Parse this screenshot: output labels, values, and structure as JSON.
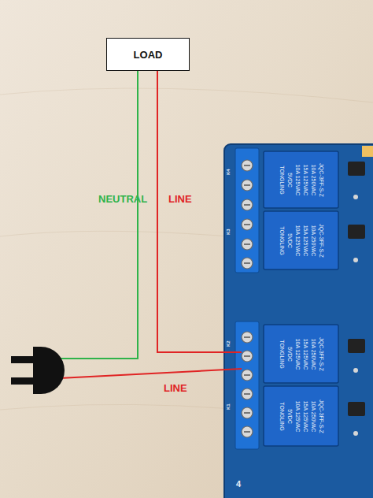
{
  "diagram": {
    "nodes": [
      {
        "text": [
          "LOAD"
        ]
      }
    ],
    "labels": [
      "NEUTRAL",
      "LINE",
      "LINE",
      "JQC-3FF-S-Z",
      "10A 250VAC",
      "15A 125VAC",
      "10A 125VAC",
      "5VDC",
      "TONGLING",
      "JQC-3FF-S-Z",
      "10A 250VAC",
      "15A 125VAC",
      "10A 125VAC",
      "5VDC",
      "TONGLING",
      "JQC-3FF-S-Z",
      "10A 250VAC",
      "15A 125VAC",
      "10A 125VAC",
      "5VDC",
      "TONGLING",
      "JQC-3FF-S-Z",
      "10A 250VAC",
      "15A 125VAC",
      "10A 125VAC",
      "5VDC",
      "TONGLING",
      "K4",
      "K3",
      "K2",
      "K1",
      "4"
    ]
  }
}
